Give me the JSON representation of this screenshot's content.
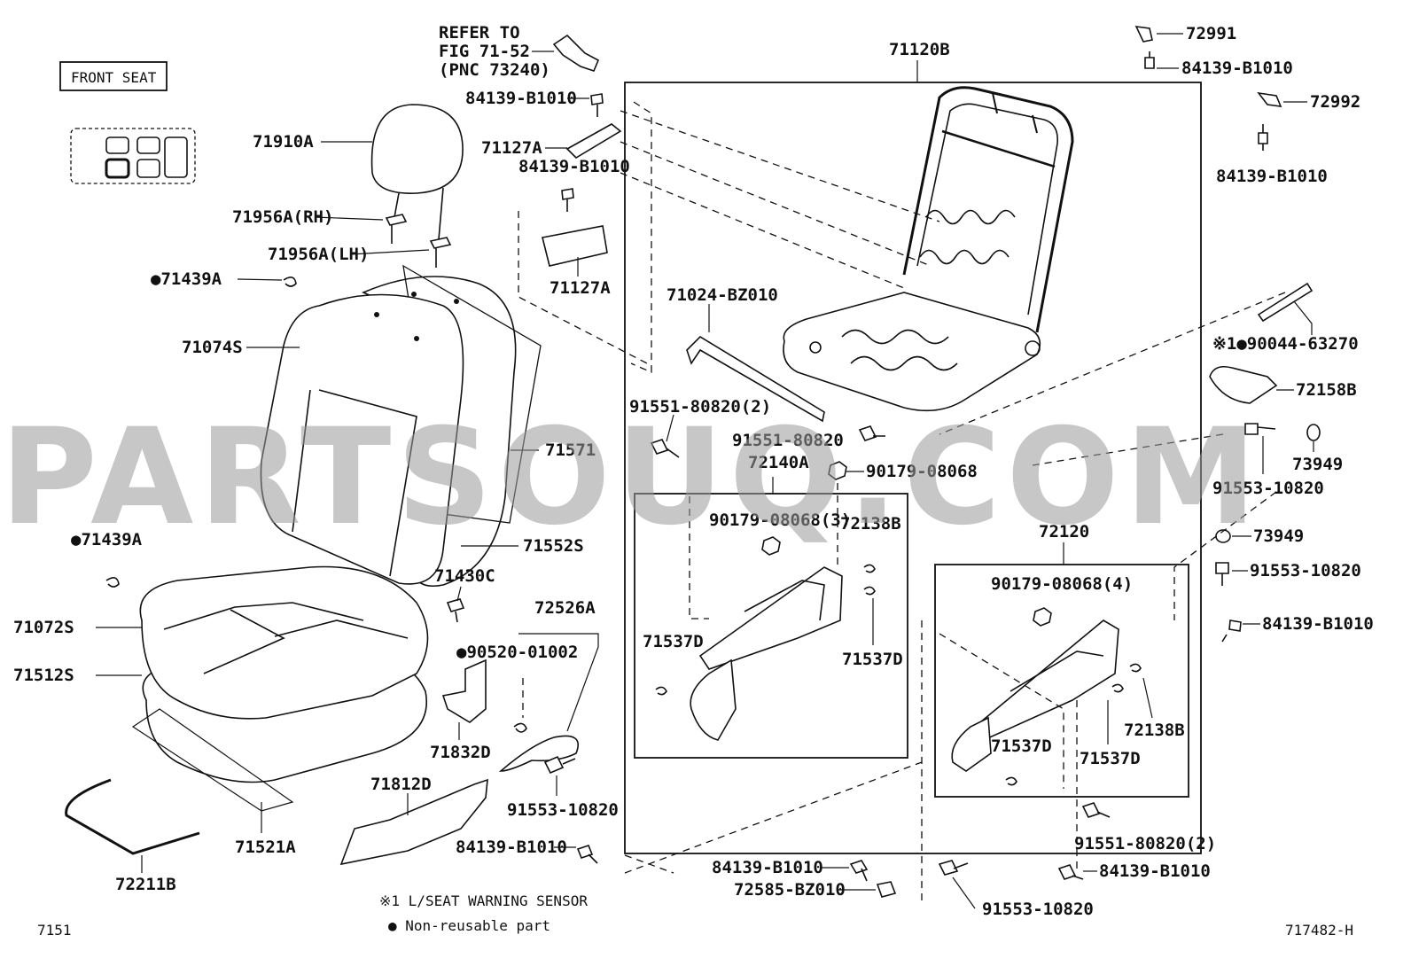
{
  "watermark": "PARTSOUQ.COM",
  "header_box": "FRONT SEAT",
  "refer_note": [
    "REFER TO",
    "FIG 71-52",
    "(PNC 73240)"
  ],
  "labels": {
    "l_71910A": "71910A",
    "l_71956A_rh": "71956A(RH)",
    "l_71956A_lh": "71956A(LH)",
    "l_71439A_top": "●71439A",
    "l_71074S": "71074S",
    "l_71571": "71571",
    "l_71439A_mid": "●71439A",
    "l_71552S": "71552S",
    "l_71430C": "71430C",
    "l_71072S": "71072S",
    "l_71512S": "71512S",
    "l_90520": "●90520-01002",
    "l_72526A": "72526A",
    "l_71832D": "71832D",
    "l_71812D": "71812D",
    "l_71521A": "71521A",
    "l_72211B": "72211B",
    "l_84139_a": "84139-B1010",
    "l_71127A_a": "71127A",
    "l_84139_b": "84139-B1010",
    "l_71127A_b": "71127A",
    "l_71024": "71024-BZ010",
    "l_91551_2a": "91551-80820(2)",
    "l_91553_a": "91553-10820",
    "l_84139_c": "84139-B1010",
    "l_71120B": "71120B",
    "l_91551_b": "91551-80820",
    "l_72140A": "72140A",
    "l_90179_a": "90179-08068",
    "l_90179_3": "90179-08068(3)",
    "l_72138B_a": "72138B",
    "l_71537D_a": "71537D",
    "l_71537D_b": "71537D",
    "l_72120": "72120",
    "l_90179_4": "90179-08068(4)",
    "l_71537D_c": "71537D",
    "l_71537D_d": "71537D",
    "l_72138B_b": "72138B",
    "l_91551_2b": "91551-80820(2)",
    "l_84139_d": "84139-B1010",
    "l_72585": "72585-BZ010",
    "l_84139_e": "84139-B1010",
    "l_91553_b": "91553-10820",
    "l_72991": "72991",
    "l_84139_f": "84139-B1010",
    "l_72992": "72992",
    "l_84139_g": "84139-B1010",
    "l_90044": "※1●90044-63270",
    "l_72158B": "72158B",
    "l_91553_c": "91553-10820",
    "l_73949_a": "73949",
    "l_73949_b": "73949",
    "l_91553_d": "91553-10820",
    "l_84139_h": "84139-B1010"
  },
  "legend": {
    "note1": "※1 L/SEAT WARNING SENSOR",
    "note2": "● Non-reusable part"
  },
  "footer": {
    "left_code": "7151",
    "right_code": "717482-H"
  }
}
